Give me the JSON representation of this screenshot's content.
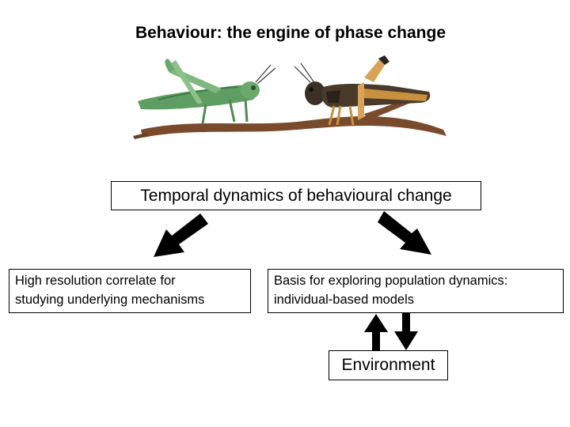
{
  "title": "Behaviour: the engine of phase change",
  "boxes": {
    "temporal": "Temporal dynamics of behavioural change",
    "left_line1": "High resolution correlate for",
    "left_line2": "studying underlying mechanisms",
    "right_line1": "Basis for exploring population dynamics:",
    "right_line2": "individual-based models",
    "environment": "Environment"
  },
  "colors": {
    "arrow": "#000000",
    "branch": "#7a4a2c",
    "solitarious_locust": "#5f9e62",
    "gregarious_locust": "#c9913f"
  }
}
